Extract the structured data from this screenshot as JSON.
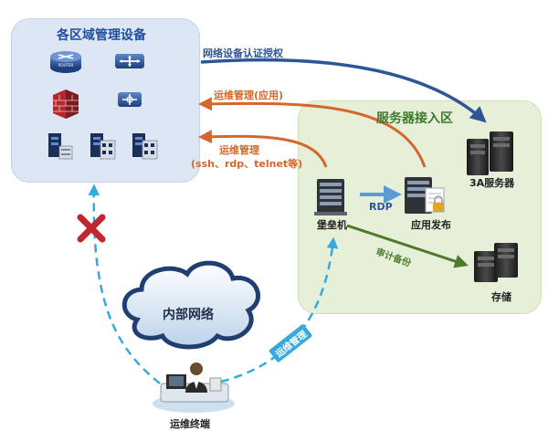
{
  "zones": {
    "devices_title": "各区域管理设备",
    "servers_title": "服务器接入区"
  },
  "cloud": {
    "label": "内部网络"
  },
  "nodes": {
    "aaa_server": "3A服务器",
    "bastion": "堡垒机",
    "app_publisher": "应用发布",
    "storage": "存储",
    "terminal": "运维终端"
  },
  "flows": {
    "auth": "网络设备认证授权",
    "ops_app": "运维管理(应用)",
    "ops_proto_line1": "运维管理",
    "ops_proto_line2": "(ssh、rdp、telnet等)",
    "rdp": "RDP",
    "audit_backup": "审计备份",
    "ops_mgmt": "运维管理"
  },
  "router_badge": "ROUTER",
  "colors": {
    "blue_arrow": "#2e5597",
    "orange_arrow": "#d4672b",
    "green_arrow": "#4f7a2e",
    "dashed_cyan": "#36a9de",
    "title_blue": "#1f4ea0",
    "title_green": "#3f7a2c",
    "cross_red": "#c0262d"
  }
}
